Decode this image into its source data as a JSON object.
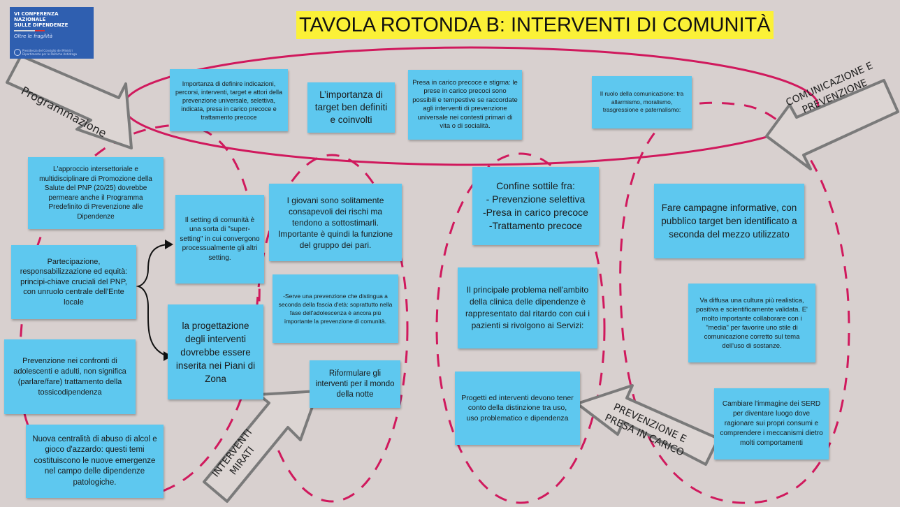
{
  "logo": {
    "line1": "VI CONFERENZA NAZIONALE",
    "line2": "SULLE DIPENDENZE",
    "tagline": "Oltre le fragilità",
    "footer1": "Presidenza del Consiglio dei Ministri",
    "footer2": "Dipartimento per le Politiche Antidroga"
  },
  "title": "TAVOLA ROTONDA B: INTERVENTI DI COMUNITÀ",
  "arrows": {
    "programmazione": "Programmazione",
    "comunicazione": "COMUNICAZIONE E\nPREVENZIONE",
    "interventi": "INTERVENTI\nMIRATI",
    "presa": "PREVENZIONE E\nPRESA IN CARICO"
  },
  "notes": {
    "n1": "Importanza di definire indicazioni, percorsi, interventi, target e attori della prevenzione universale, selettiva, indicata, presa in carico precoce e trattamento precoce",
    "n2": "L’importanza di target ben definiti e coinvolti",
    "n3": "Presa in carico precoce e stigma: le prese in carico precoci sono possibili e tempestive se raccordate agli interventi di prevenzione universale nei contesti primari di vita o di socialità.",
    "n4": "Il ruolo della comunicazione: tra allarmismo, moralismo, trasgressione e paternalismo:",
    "n5": "L'approccio intersettoriale e multidisciplinare di Promozione della Salute del PNP (20/25) dovrebbe permeare anche il Programma Predefinito di Prevenzione alle Dipendenze",
    "n6": "Il setting di comunità è una sorta di \"super-setting\" in cui convergono processualmente gli altri setting.",
    "n7": "Partecipazione, responsabilizzazione ed equità: principi-chiave cruciali del PNP, con unruolo centrale dell'Ente locale",
    "n8": "la progettazione degli interventi dovrebbe essere inserita nei Piani di Zona",
    "n9": "Prevenzione nei confronti di adolescenti e adulti, non significa (parlare/fare) trattamento della tossicodipendenza",
    "n10": "Nuova centralità di abuso di alcol e gioco d'azzardo: questi temi costituiscono le nuove emergenze nel campo delle dipendenze patologiche.",
    "n11": "I giovani sono solitamente consapevoli dei rischi ma tendono a sottostimarli. Importante è quindi la funzione del gruppo dei pari.",
    "n12": "-Serve una prevenzione che distingua a seconda della fascia d'età: soprattutto nella fase dell'adolescenza è ancora più importante la prevenzione di comunità.",
    "n13": "Riformulare gli interventi per il mondo della notte",
    "n14": "Confine sottile fra:\n- Prevenzione selettiva\n-Presa in carico precoce\n-Trattamento precoce",
    "n15": "Il principale problema nell'ambito della clinica delle dipendenze è rappresentato dal ritardo con cui i pazienti si rivolgono ai Servizi:",
    "n16": "Progetti ed interventi devono tener conto della distinzione tra uso,\nuso problematico e dipendenza",
    "n17": "Fare campagne informative, con pubblico target ben identificato a seconda del mezzo utilizzato",
    "n18": "Va diffusa una cultura più realistica, positiva e scientificamente validata. E' molto importante collaborare con i \"media\" per favorire uno stile di comunicazione corretto sul tema dell'uso di sostanze.",
    "n19": "Cambiare l'immagine dei SERD per diventare luogo dove ragionare sui propri consumi e comprendere i meccanismi dietro molti comportamenti"
  },
  "colors": {
    "background": "#d8d0cf",
    "note": "#5ec8ef",
    "title_highlight": "#fbf137",
    "ellipse": "#d0195d",
    "arrow": "#808080"
  }
}
